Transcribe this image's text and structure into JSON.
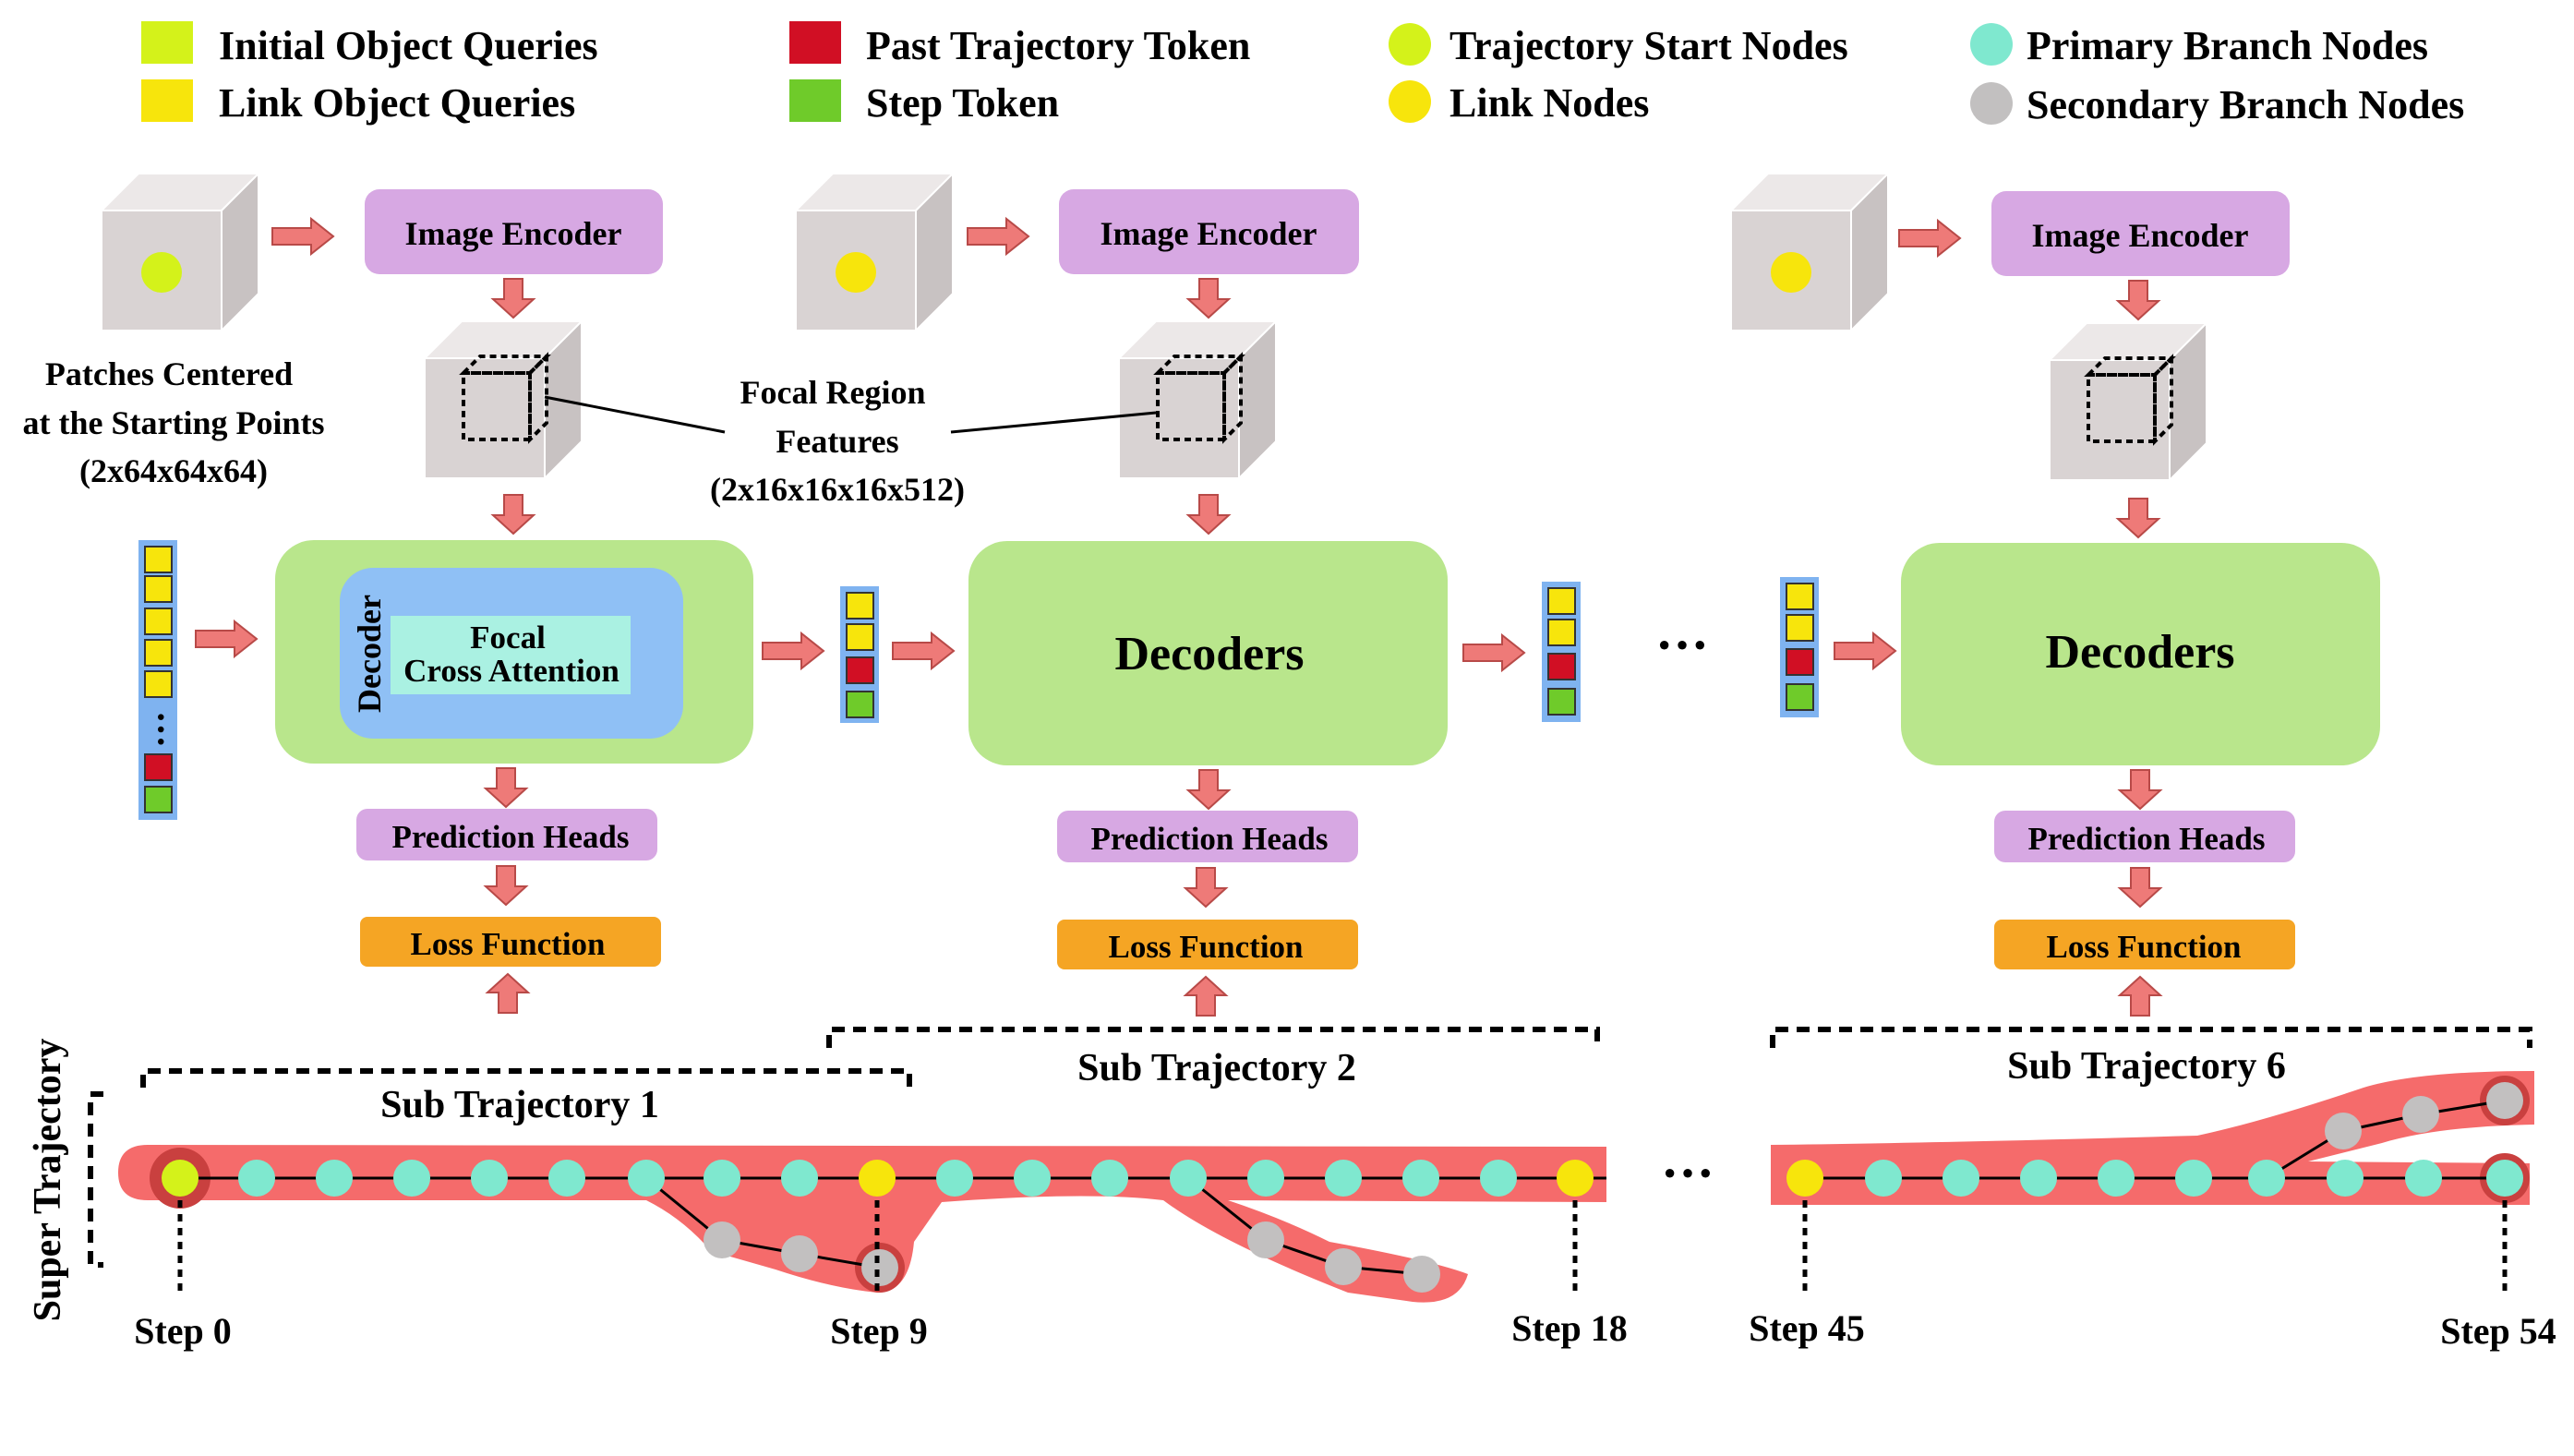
{
  "legend": {
    "initial_object_queries": "Initial Object Queries",
    "link_object_queries": "Link Object Queries",
    "past_trajectory_token": "Past Trajectory Token",
    "step_token": "Step Token",
    "trajectory_start_nodes": "Trajectory Start Nodes",
    "link_nodes": "Link Nodes",
    "primary_branch_nodes": "Primary Branch Nodes",
    "secondary_branch_nodes": "Secondary Branch Nodes"
  },
  "blocks": {
    "image_encoder": "Image Encoder",
    "decoders": "Decoders",
    "decoder": "Decoder",
    "focal_cross_attention_line1": "Focal",
    "focal_cross_attention_line2": "Cross Attention",
    "prediction_heads": "Prediction Heads",
    "loss_function": "Loss Function"
  },
  "annotations": {
    "patches_line1": "Patches Centered",
    "patches_line2": "at the Starting Points",
    "patches_line3": "(2x64x64x64)",
    "focal_line1": "Focal Region",
    "focal_line2": "Features",
    "focal_line3": "(2x16x16x16x512)",
    "ellipsis": "···"
  },
  "trajectory": {
    "super_trajectory": "Super Trajectory",
    "sub1": "Sub Trajectory 1",
    "sub2": "Sub Trajectory 2",
    "sub6": "Sub Trajectory 6",
    "step0": "Step 0",
    "step9": "Step 9",
    "step18": "Step 18",
    "step45": "Step 45",
    "step54": "Step 54"
  },
  "colors": {
    "initial_query": "#d4f21a",
    "link_query": "#f7e50c",
    "past_token": "#d10f24",
    "step_token": "#6fcb2a",
    "primary_node": "#7fe8cf",
    "secondary_node": "#c2c0c0",
    "encoder_fill": "#d7a8e3",
    "decoder_fill": "#b9e68c",
    "loss_fill": "#f5a524",
    "arrow_fill": "#ee7a78",
    "track_fill": "#f56b6b",
    "cube_fill": "#d9d3d3"
  }
}
